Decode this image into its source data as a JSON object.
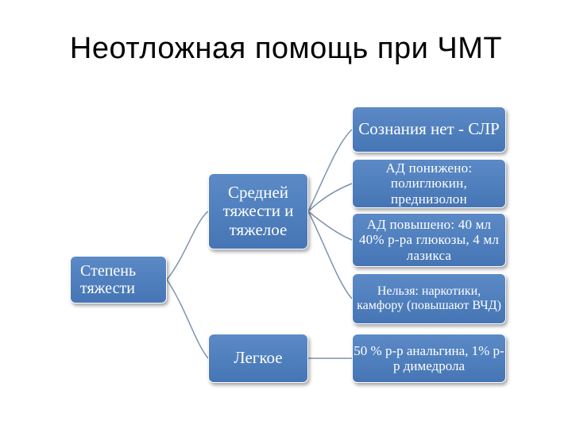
{
  "title": "Неотложная помощь при ЧМТ",
  "nodes": {
    "severity": "Степень тяжести",
    "moderate": "Средней тяжести и тяжелое",
    "light": "Легкое",
    "cpr": "Сознания нет - СЛР",
    "bp_low": "АД понижено: полиглюкин, преднизолон",
    "bp_high": "АД повышено: 40 мл 40% р-ра глюкозы, 4 мл лазикса",
    "forbidden": "Нельзя: наркотики, камфору (повышают ВЧД)",
    "analgin": "50 % р-р анальгина, 1% р-р димедрола"
  },
  "colors": {
    "node_fill": "#4f7fc0",
    "node_border": "#ffffff",
    "connector": "#7f93ae"
  }
}
